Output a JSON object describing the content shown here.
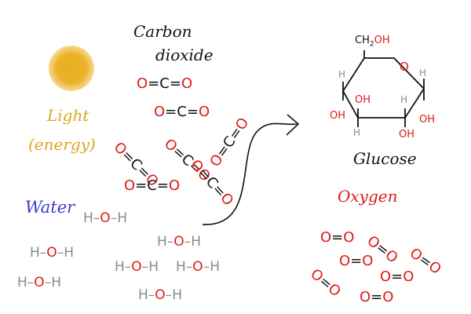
{
  "labels": {
    "carbon_dioxide_line1": "Carbon",
    "carbon_dioxide_line2": "dioxide",
    "light_line1": "Light",
    "light_line2": "(energy)",
    "water": "Water",
    "glucose": "Glucose",
    "oxygen": "Oxygen"
  },
  "atoms": {
    "carbon": "C",
    "oxygen": "O",
    "hydrogen": "H",
    "hydroxyl": "OH",
    "ring_top_group": "CH2OH"
  },
  "colors": {
    "ink": "#111111",
    "oxygen_red": "#e01818",
    "hydrogen_gray": "#8a8a8a",
    "light_yellow": "#d8a818",
    "water_blue": "#3a3ad0",
    "sun": "#e6b020"
  },
  "co2_molecule_count": 7,
  "water_molecule_count": 7,
  "oxygen_molecule_count": 7
}
